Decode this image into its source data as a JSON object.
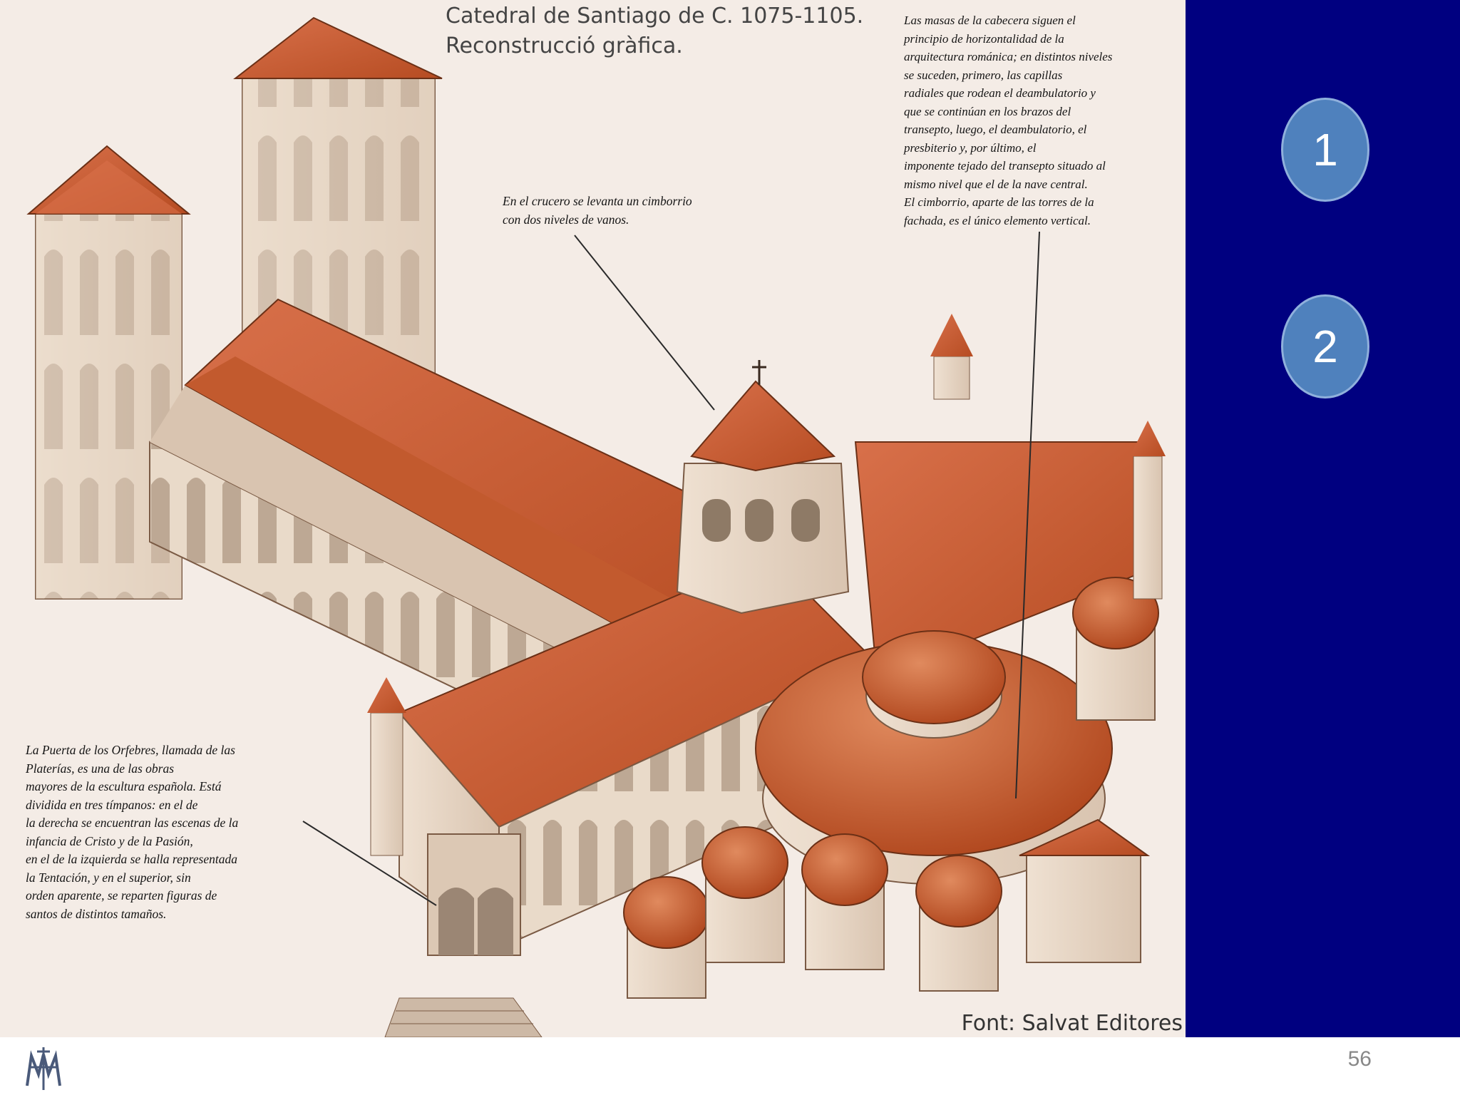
{
  "slide": {
    "title_line1": "Catedral de Santiago de C. 1075-1105.",
    "title_line2": "Reconstrucció gràfica.",
    "source": "Font: Salvat Editores",
    "page_number": "56"
  },
  "annotations": {
    "crossing": [
      "En el crucero se levanta un cimborrio",
      "con dos niveles de vanos."
    ],
    "apse": [
      "Las masas de la cabecera siguen el",
      "principio de horizontalidad de la",
      "arquitectura románica; en distintos niveles",
      "se suceden, primero, las capillas",
      "radiales que rodean el deambulatorio y",
      "que se continúan en los brazos del",
      "transepto, luego, el deambulatorio, el",
      "presbiterio y, por último, el",
      "imponente tejado del transepto situado al",
      "mismo nivel que el de la nave central.",
      "El cimborrio, aparte de las torres de la",
      "fachada, es el único elemento vertical."
    ],
    "door": [
      "La Puerta de los Orfebres, llamada de las",
      "Platerías, es una de las obras",
      "mayores de la escultura española. Está",
      "dividida en tres tímpanos: en el de",
      "la derecha se encuentran las escenas de la",
      "infancia de Cristo y de la Pasión,",
      "en el de la izquierda se halla representada",
      "la Tentación, y en el superior, sin",
      "orden aparente, se reparten figuras de",
      "santos de distintos tamaños."
    ]
  },
  "sidebar": {
    "buttons": [
      {
        "label": "1"
      },
      {
        "label": "2"
      }
    ]
  },
  "colors": {
    "roof": "#c85a2c",
    "wall": "#e8d8c8",
    "sidebar": "#000080",
    "button": "#4f81bd"
  },
  "icons": {
    "logo": "monogram-logo-icon"
  }
}
